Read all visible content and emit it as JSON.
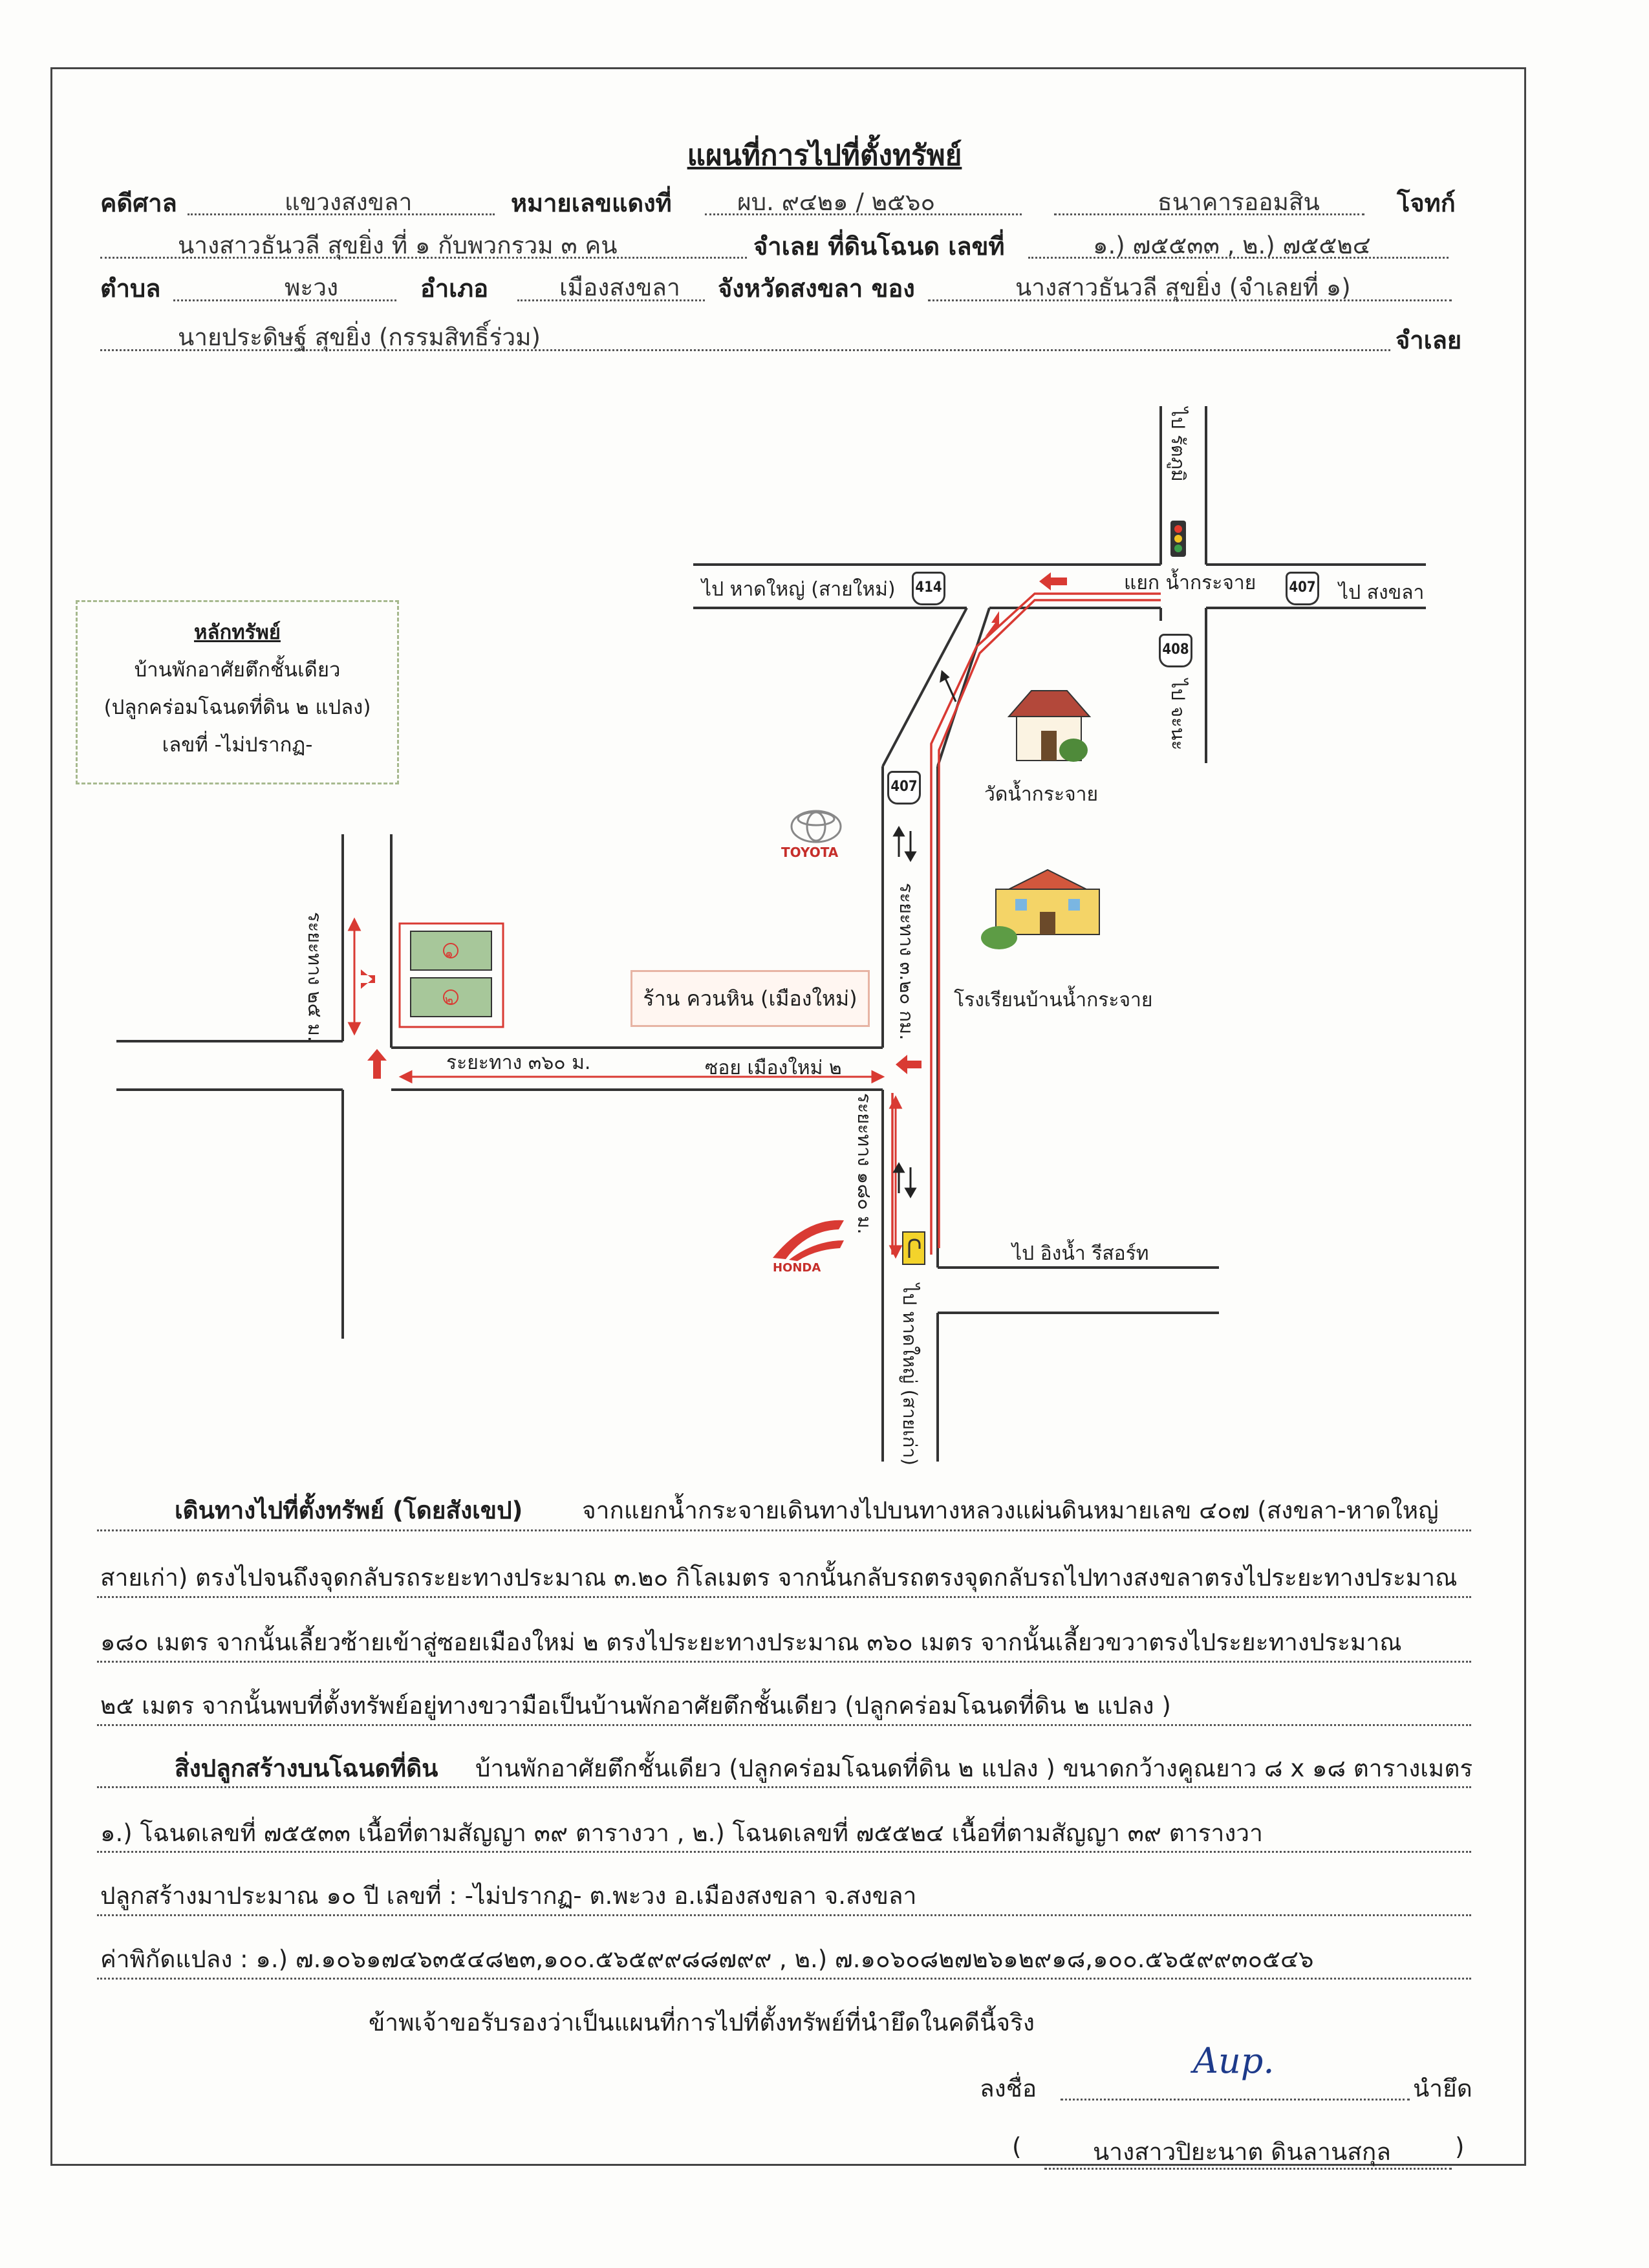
{
  "title": "แผนที่การไปที่ตั้งทรัพย์",
  "header": {
    "court_label": "คดีศาล",
    "court_value": "แขวงสงขลา",
    "redcase_label": "หมายเลขแดงที่",
    "redcase_value": "ผบ. ๙๔๒๑ / ๒๕๖๐",
    "plaintiff_value": "ธนาคารออมสิน",
    "plaintiff_label": "โจทก์",
    "defendant_value": "นางสาวธันวลี สุขยิ่ง ที่ ๑ กับพวกรวม ๓ คน",
    "deed_label": "จำเลย  ที่ดินโฉนด เลขที่",
    "deed_value": "๑.) ๗๕๕๓๓ , ๒.) ๗๕๕๒๔",
    "subdistrict_label": "ตำบล",
    "subdistrict_value": "พะวง",
    "district_label": "อำเภอ",
    "district_value": "เมืองสงขลา",
    "province_label": "จังหวัดสงขลา  ของ",
    "owner_value": "นางสาวธันวลี สุขยิ่ง (จำเลยที่ ๑)",
    "owner2_value": "นายประดิษฐ์ สุขยิ่ง (กรรมสิทธิ์ร่วม)",
    "defendant_label": "จำเลย"
  },
  "map": {
    "asset_title": "หลักทรัพย์",
    "asset_lines": [
      "บ้านพักอาศัยตึกชั้นเดียว",
      "(ปลูกคร่อมโฉนดที่ดิน ๒ แปลง)",
      "เลขที่ -ไม่ปรากฏ-"
    ],
    "to_hatyai_new": "ไป หาดใหญ่ (สายใหม่)",
    "junction": "แยก น้ำกระจาย",
    "to_songkhla": "ไป สงขลา",
    "to_rattaphum": "ไป รัตภูมิ",
    "to_chana": "ไป จะนะ",
    "temple": "วัดน้ำกระจาย",
    "school": "โรงเรียนบ้านน้ำกระจาย",
    "shop": "ร้าน ควนหิน (เมืองใหม่)",
    "dist_360": "ระยะทาง ๓๖๐ ม.",
    "soi": "ซอย เมืองใหม่ ๒",
    "dist_25": "ระยะทาง ๒๕ ม.",
    "dist_320": "ระยะทาง ๓.๒๐ กม.",
    "dist_180": "ระยะทาง ๑๘๐ ม.",
    "to_resort": "ไป อิงน้ำ รีสอร์ท",
    "to_hatyai_old": "ไป หาดใหญ่ (สายเก่า)",
    "toyota": "TOYOTA",
    "honda": "HONDA",
    "route_414": "414",
    "route_407a": "407",
    "route_407b": "407",
    "route_408": "408",
    "plot1": "๑",
    "plot2": "๒",
    "route_color": "#d93a33"
  },
  "directions": {
    "label": "เดินทางไปที่ตั้งทรัพย์ (โดยสังเขป)",
    "line1": "จากแยกน้ำกระจายเดินทางไปบนทางหลวงแผ่นดินหมายเลข ๔๐๗ (สงขลา-หาดใหญ่",
    "line2": "สายเก่า) ตรงไปจนถึงจุดกลับรถระยะทางประมาณ ๓.๒๐ กิโลเมตร จากนั้นกลับรถตรงจุดกลับรถไปทางสงขลาตรงไประยะทางประมาณ",
    "line3": "๑๘๐ เมตร จากนั้นเลี้ยวซ้ายเข้าสู่ซอยเมืองใหม่ ๒ ตรงไประยะทางประมาณ ๓๖๐ เมตร จากนั้นเลี้ยวขวาตรงไประยะทางประมาณ",
    "line4": "๒๕ เมตร จากนั้นพบที่ตั้งทรัพย์อยู่ทางขวามือเป็นบ้านพักอาศัยตึกชั้นเดียว (ปลูกคร่อมโฉนดที่ดิน ๒ แปลง )"
  },
  "buildings": {
    "label": "สิ่งปลูกสร้างบนโฉนดที่ดิน",
    "line1": "บ้านพักอาศัยตึกชั้นเดียว (ปลูกคร่อมโฉนดที่ดิน ๒ แปลง ) ขนาดกว้างคูณยาว ๘ x ๑๘ ตารางเมตร",
    "line2": "๑.) โฉนดเลขที่ ๗๕๕๓๓ เนื้อที่ตามสัญญา ๓๙ ตารางวา , ๒.) โฉนดเลขที่ ๗๕๕๒๔ เนื้อที่ตามสัญญา ๓๙ ตารางวา",
    "line3": "ปลูกสร้างมาประมาณ ๑๐ ปี  เลขที่ : -ไม่ปรากฏ- ต.พะวง อ.เมืองสงขลา จ.สงขลา",
    "coords": "ค่าพิกัดแปลง : ๑.) ๗.๑๐๖๑๗๔๖๓๕๔๘๒๓,๑๐๐.๕๖๕๙๙๘๘๗๙๙ , ๒.) ๗.๑๐๖๐๘๒๗๒๖๑๒๙๑๘,๑๐๐.๕๖๕๙๙๓๐๕๔๖"
  },
  "certify": "ข้าพเจ้าขอรับรองว่าเป็นแผนที่การไปที่ตั้งทรัพย์ที่นำยึดในคดีนี้จริง",
  "signature": {
    "sign_label": "ลงชื่อ",
    "role": "นำยึด",
    "signature_text": "Aup.",
    "open_paren": "(",
    "name": "นางสาวปิยะนาต ดินลานสกุล",
    "close_paren": ")"
  }
}
